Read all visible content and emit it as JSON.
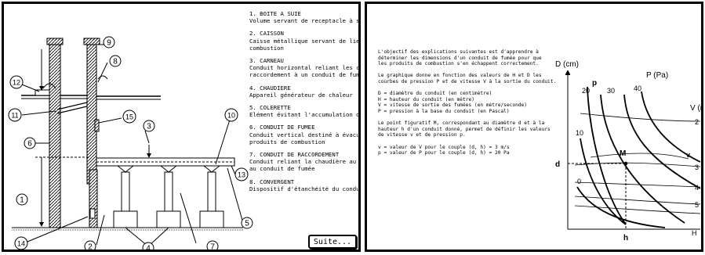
{
  "diagram": {
    "callouts": [
      "1",
      "2",
      "3",
      "4",
      "5",
      "6",
      "7",
      "8",
      "9",
      "10",
      "11",
      "12",
      "13",
      "14",
      "15"
    ]
  },
  "legend": [
    {
      "title": "1. BOITE A SUIE",
      "lines": [
        "Volume servant de receptacle à s"
      ]
    },
    {
      "title": "2. CAISSON",
      "lines": [
        "Caisse métallique servant de lieu",
        "combustion"
      ]
    },
    {
      "title": "3. CARNEAU",
      "lines": [
        "Conduit horizontal reliant les cor",
        "raccordement à un conduit de fum"
      ]
    },
    {
      "title": "4. CHAUDIERE",
      "lines": [
        "Appareil générateur de chaleur"
      ]
    },
    {
      "title": "5. COLERETTE",
      "lines": [
        "Elément évitant l'accumulation d"
      ]
    },
    {
      "title": "6. CONDUIT DE FUMEE",
      "lines": [
        "Conduit vertical destiné à évacue",
        "produits de combustion"
      ]
    },
    {
      "title": "7. CONDUIT DE RACCORDEMENT",
      "lines": [
        "Conduit reliant la chaudière au co",
        "au conduit de fumée"
      ]
    },
    {
      "title": "8. CONVERGENT",
      "lines": [
        "Dispositif d'étanchéité du conduit"
      ]
    }
  ],
  "suite_label": "Suite...",
  "explanation": [
    [
      "L'objectif des explications  suivantes est d'apprendre à",
      "déterminer les dimensions d'un conduit de fumée pour que",
      "les produits de combustion s'en échappent correctement."
    ],
    [
      "Le graphique donne en fonction des valeurs de H et D les",
      "courbes de pression P et de vitesse V à la sortie du conduit."
    ],
    [
      "D = diamètre du conduit (en centimètre)",
      "H = hauteur du conduit (en mètre)",
      "V = vitesse de sortie des fumées (en mètre/seconde)",
      "P = pression à la base du conduit (en Pascal)"
    ],
    [
      "Le point figuratif M,  correspondant au diamètre d et à la",
      "hauteur h d'un conduit donné, permet de définir les valeurs",
      "de vitesse v et de pression p."
    ],
    [
      "v = valeur de V pour le couple (d, h) = 3 m/s",
      "p = valeur de P pour le couple (d, h) = 20 Pa"
    ]
  ],
  "graph": {
    "y_axis_label": "D (cm)",
    "x_axis_label": "H",
    "p_series_label": "P (Pa)",
    "v_series_label": "V (r",
    "p_curve_labels": [
      "p",
      "20",
      "30",
      "40",
      "10",
      "0"
    ],
    "v_curve_labels": [
      "2",
      "3",
      "4",
      "5",
      "v"
    ],
    "point_label": "M",
    "d_label": "d",
    "h_label": "h"
  }
}
